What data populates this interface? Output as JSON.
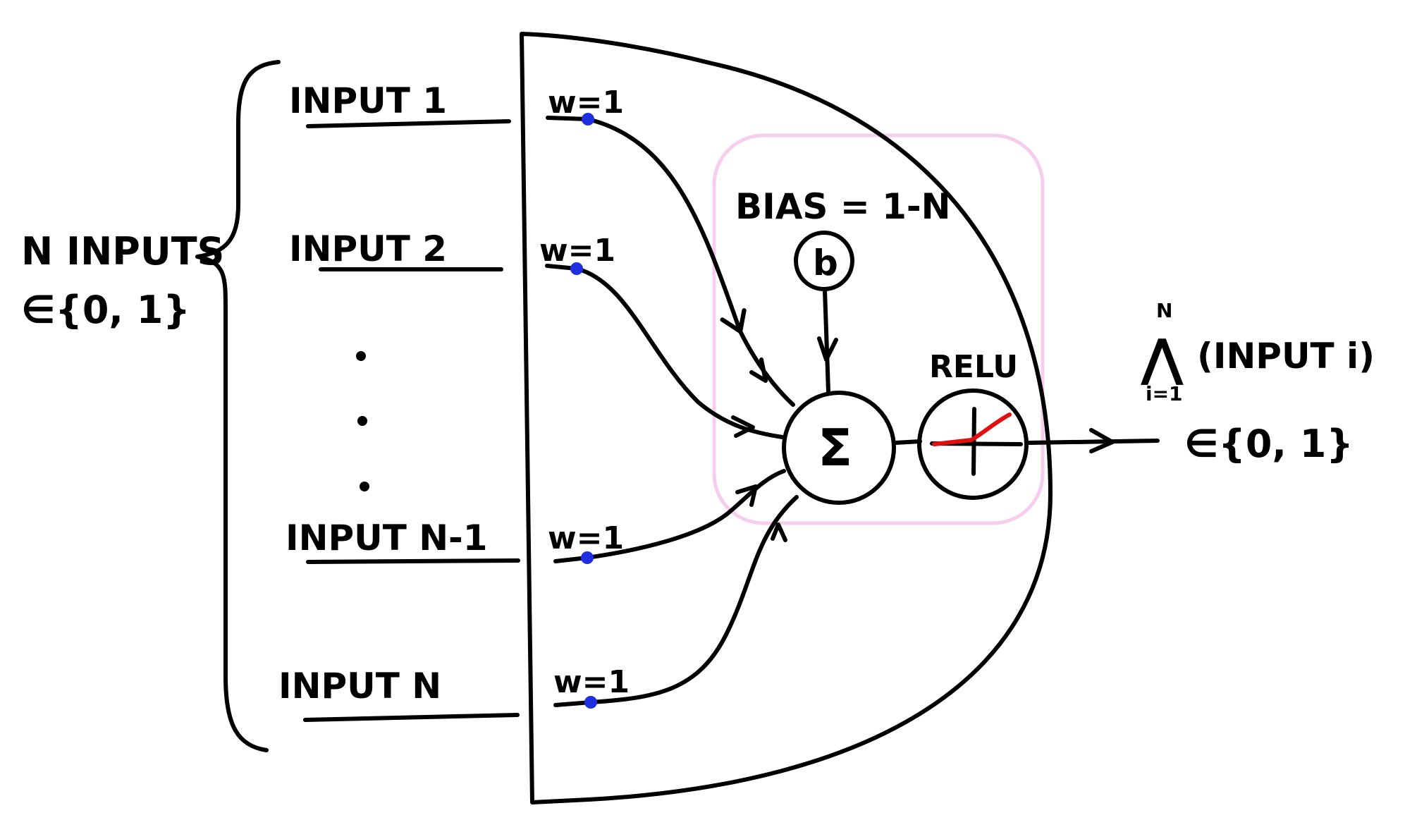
{
  "group_label": {
    "line1": "N INPUTS",
    "line2": "∈{0, 1}"
  },
  "inputs": [
    {
      "label": "INPUT 1",
      "weight": "w=1"
    },
    {
      "label": "INPUT 2",
      "weight": "w=1"
    },
    {
      "label": "INPUT N-1",
      "weight": "w=1"
    },
    {
      "label": "INPUT N",
      "weight": "w=1"
    }
  ],
  "bias": {
    "label": "BIAS = 1-N",
    "symbol": "b"
  },
  "sum": {
    "symbol": "Σ"
  },
  "activation": {
    "label": "RELU"
  },
  "output": {
    "operator": "⋀",
    "upper": "N",
    "lower": "i=1",
    "expression": "(INPUT i)",
    "range": "∈{0, 1}"
  },
  "colors": {
    "ink": "#000000",
    "weight_dot": "#1f2fe0",
    "relu_curve": "#e01010",
    "highlight_box": "#f6cdef"
  }
}
